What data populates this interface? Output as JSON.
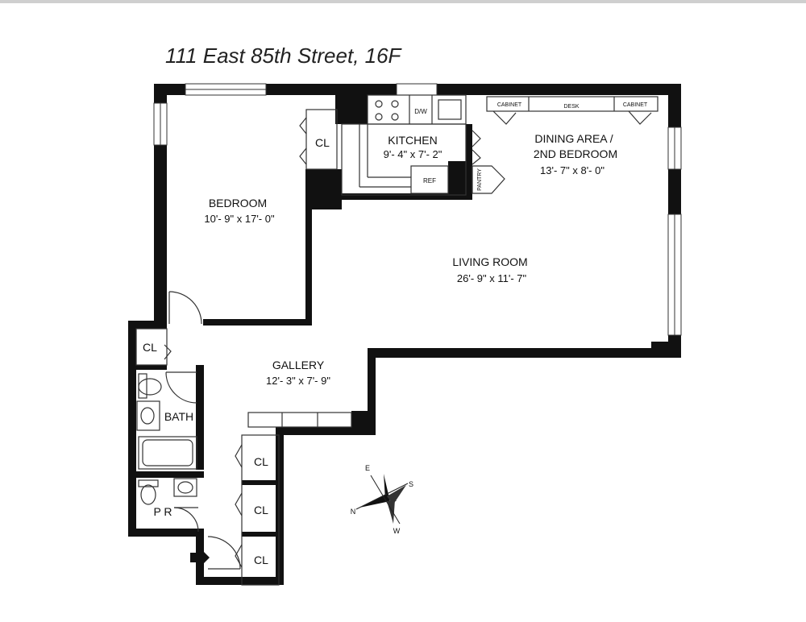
{
  "title": "111 East 85th Street, 16F",
  "rooms": {
    "bedroom": {
      "name": "BEDROOM",
      "dims": "10'- 9\" x 17'- 0\""
    },
    "kitchen": {
      "name": "KITCHEN",
      "dims": "9'- 4\" x 7'- 2\""
    },
    "dining": {
      "name1": "DINING AREA /",
      "name2": "2ND BEDROOM",
      "dims": "13'- 7\" x 8'- 0\""
    },
    "living": {
      "name": "LIVING ROOM",
      "dims": "26'- 9\" x 11'- 7\""
    },
    "gallery": {
      "name": "GALLERY",
      "dims": "12'- 3\" x 7'- 9\""
    },
    "bath": {
      "name": "BATH"
    },
    "powder": {
      "name": "P R"
    }
  },
  "closets": {
    "label": "CL"
  },
  "fixtures": {
    "dw": "D/W",
    "ref": "REF",
    "pantry": "PANTRY",
    "cabinet": "CABINET",
    "desk": "DESK"
  },
  "compass": {
    "e": "E",
    "s": "S",
    "n": "N",
    "w": "W"
  },
  "colors": {
    "wall": "#111111",
    "line": "#333333"
  }
}
